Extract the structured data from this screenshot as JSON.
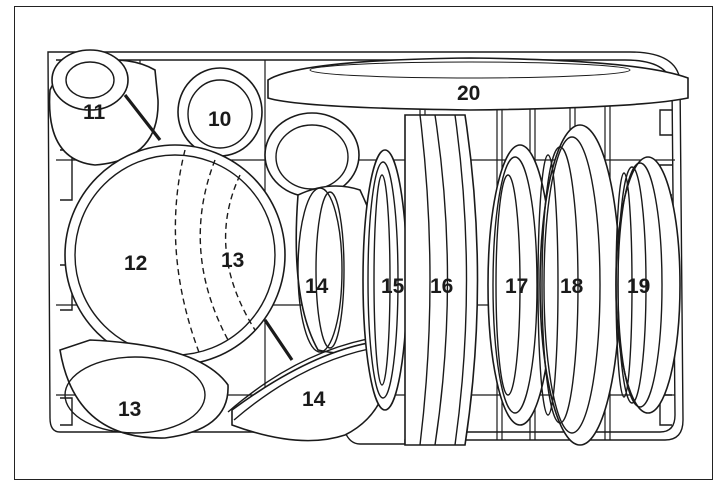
{
  "labels": {
    "n10": "10",
    "n11": "11",
    "n12": "12",
    "n13a": "13",
    "n13b": "13",
    "n14a": "14",
    "n14b": "14",
    "n15": "15",
    "n16": "16",
    "n17": "17",
    "n18": "18",
    "n19": "19",
    "n20": "20"
  }
}
